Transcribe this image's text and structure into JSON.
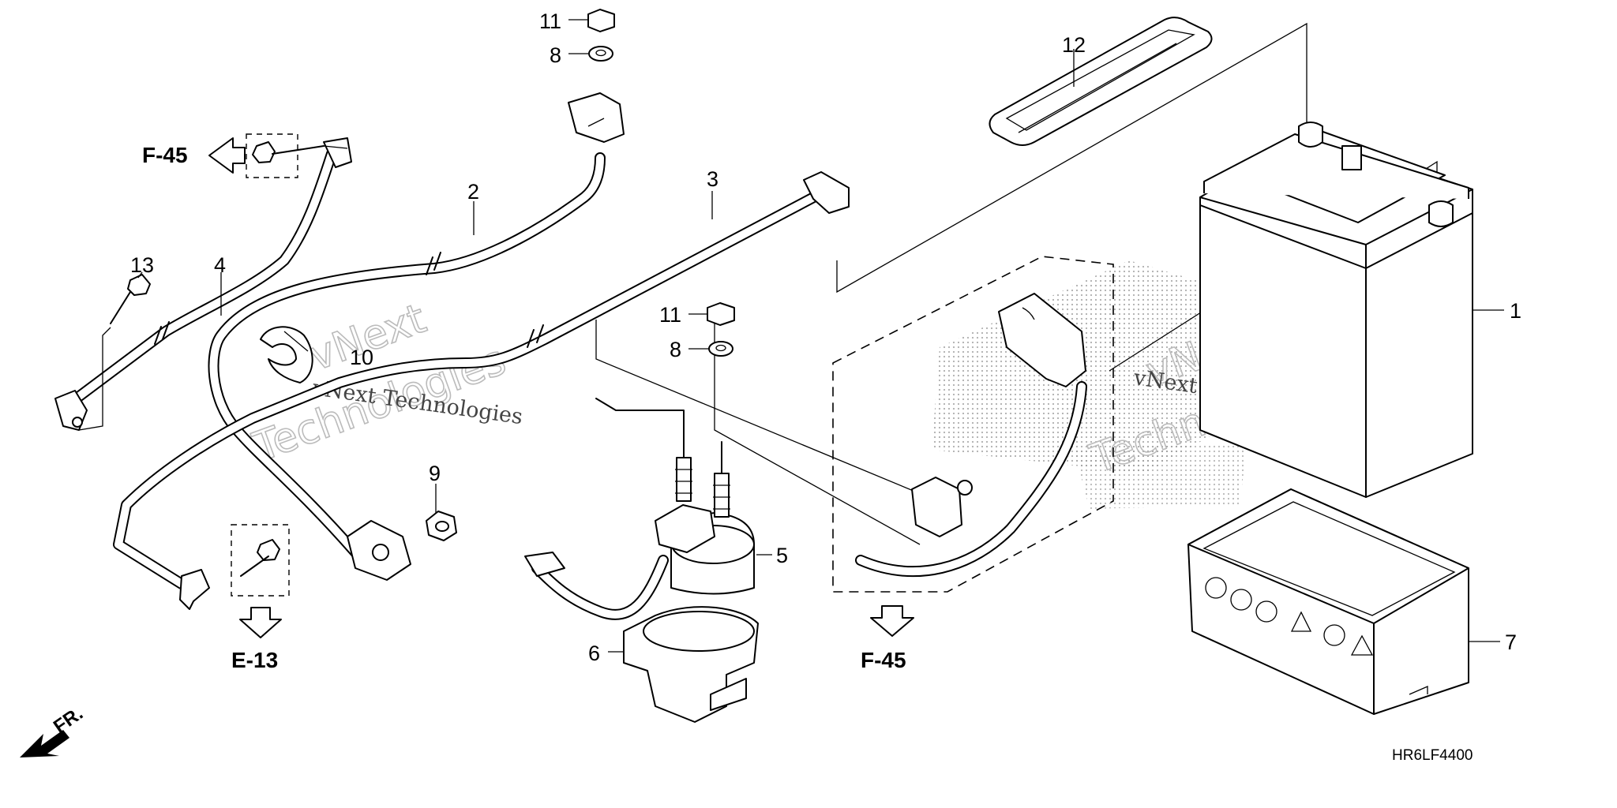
{
  "callouts": {
    "c1": "1",
    "c2": "2",
    "c3": "3",
    "c4": "4",
    "c5": "5",
    "c6": "6",
    "c7": "7",
    "c8a": "8",
    "c8b": "8",
    "c9": "9",
    "c10": "10",
    "c11a": "11",
    "c11b": "11",
    "c12": "12",
    "c13": "13"
  },
  "references": {
    "f45_top": "F-45",
    "f45_bottom": "F-45",
    "e13": "E-13"
  },
  "front_marker": "FR.",
  "diagram_code": "HR6LF4400",
  "watermarks": {
    "left_big_1": "vNext",
    "left_big_2": "Technologies",
    "left_small": "vNext Technologies",
    "right_big_1": "vNext",
    "right_big_2": "Technologies",
    "right_small": "vNext Technologies"
  },
  "colors": {
    "line": "#000000",
    "background": "#ffffff",
    "watermark": "#bbbbbb"
  }
}
